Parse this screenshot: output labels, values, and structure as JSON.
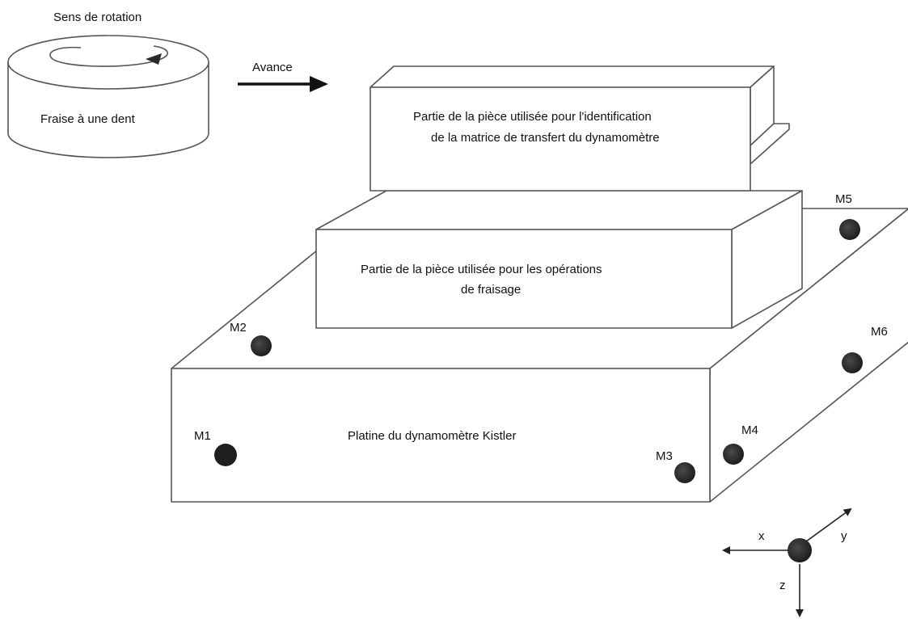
{
  "cutter": {
    "rotation_label": "Sens de rotation",
    "name": "Fraise à une dent"
  },
  "feed": {
    "label": "Avance"
  },
  "parts": {
    "top_block": {
      "line1": "Partie de la pièce utilisée pour l'identification",
      "line2": "de la matrice de transfert du dynamomètre"
    },
    "middle_block": {
      "line1": "Partie de la pièce utilisée pour les opérations",
      "line2": "de fraisage"
    },
    "base_plate": {
      "label": "Platine du dynamomètre Kistler"
    }
  },
  "markers": {
    "m1": "M1",
    "m2": "M2",
    "m3": "M3",
    "m4": "M4",
    "m5": "M5",
    "m6": "M6"
  },
  "axes": {
    "x": "x",
    "y": "y",
    "z": "z"
  },
  "colors": {
    "line": "#555555",
    "marker": "#2a2a2a",
    "text": "#111111"
  }
}
